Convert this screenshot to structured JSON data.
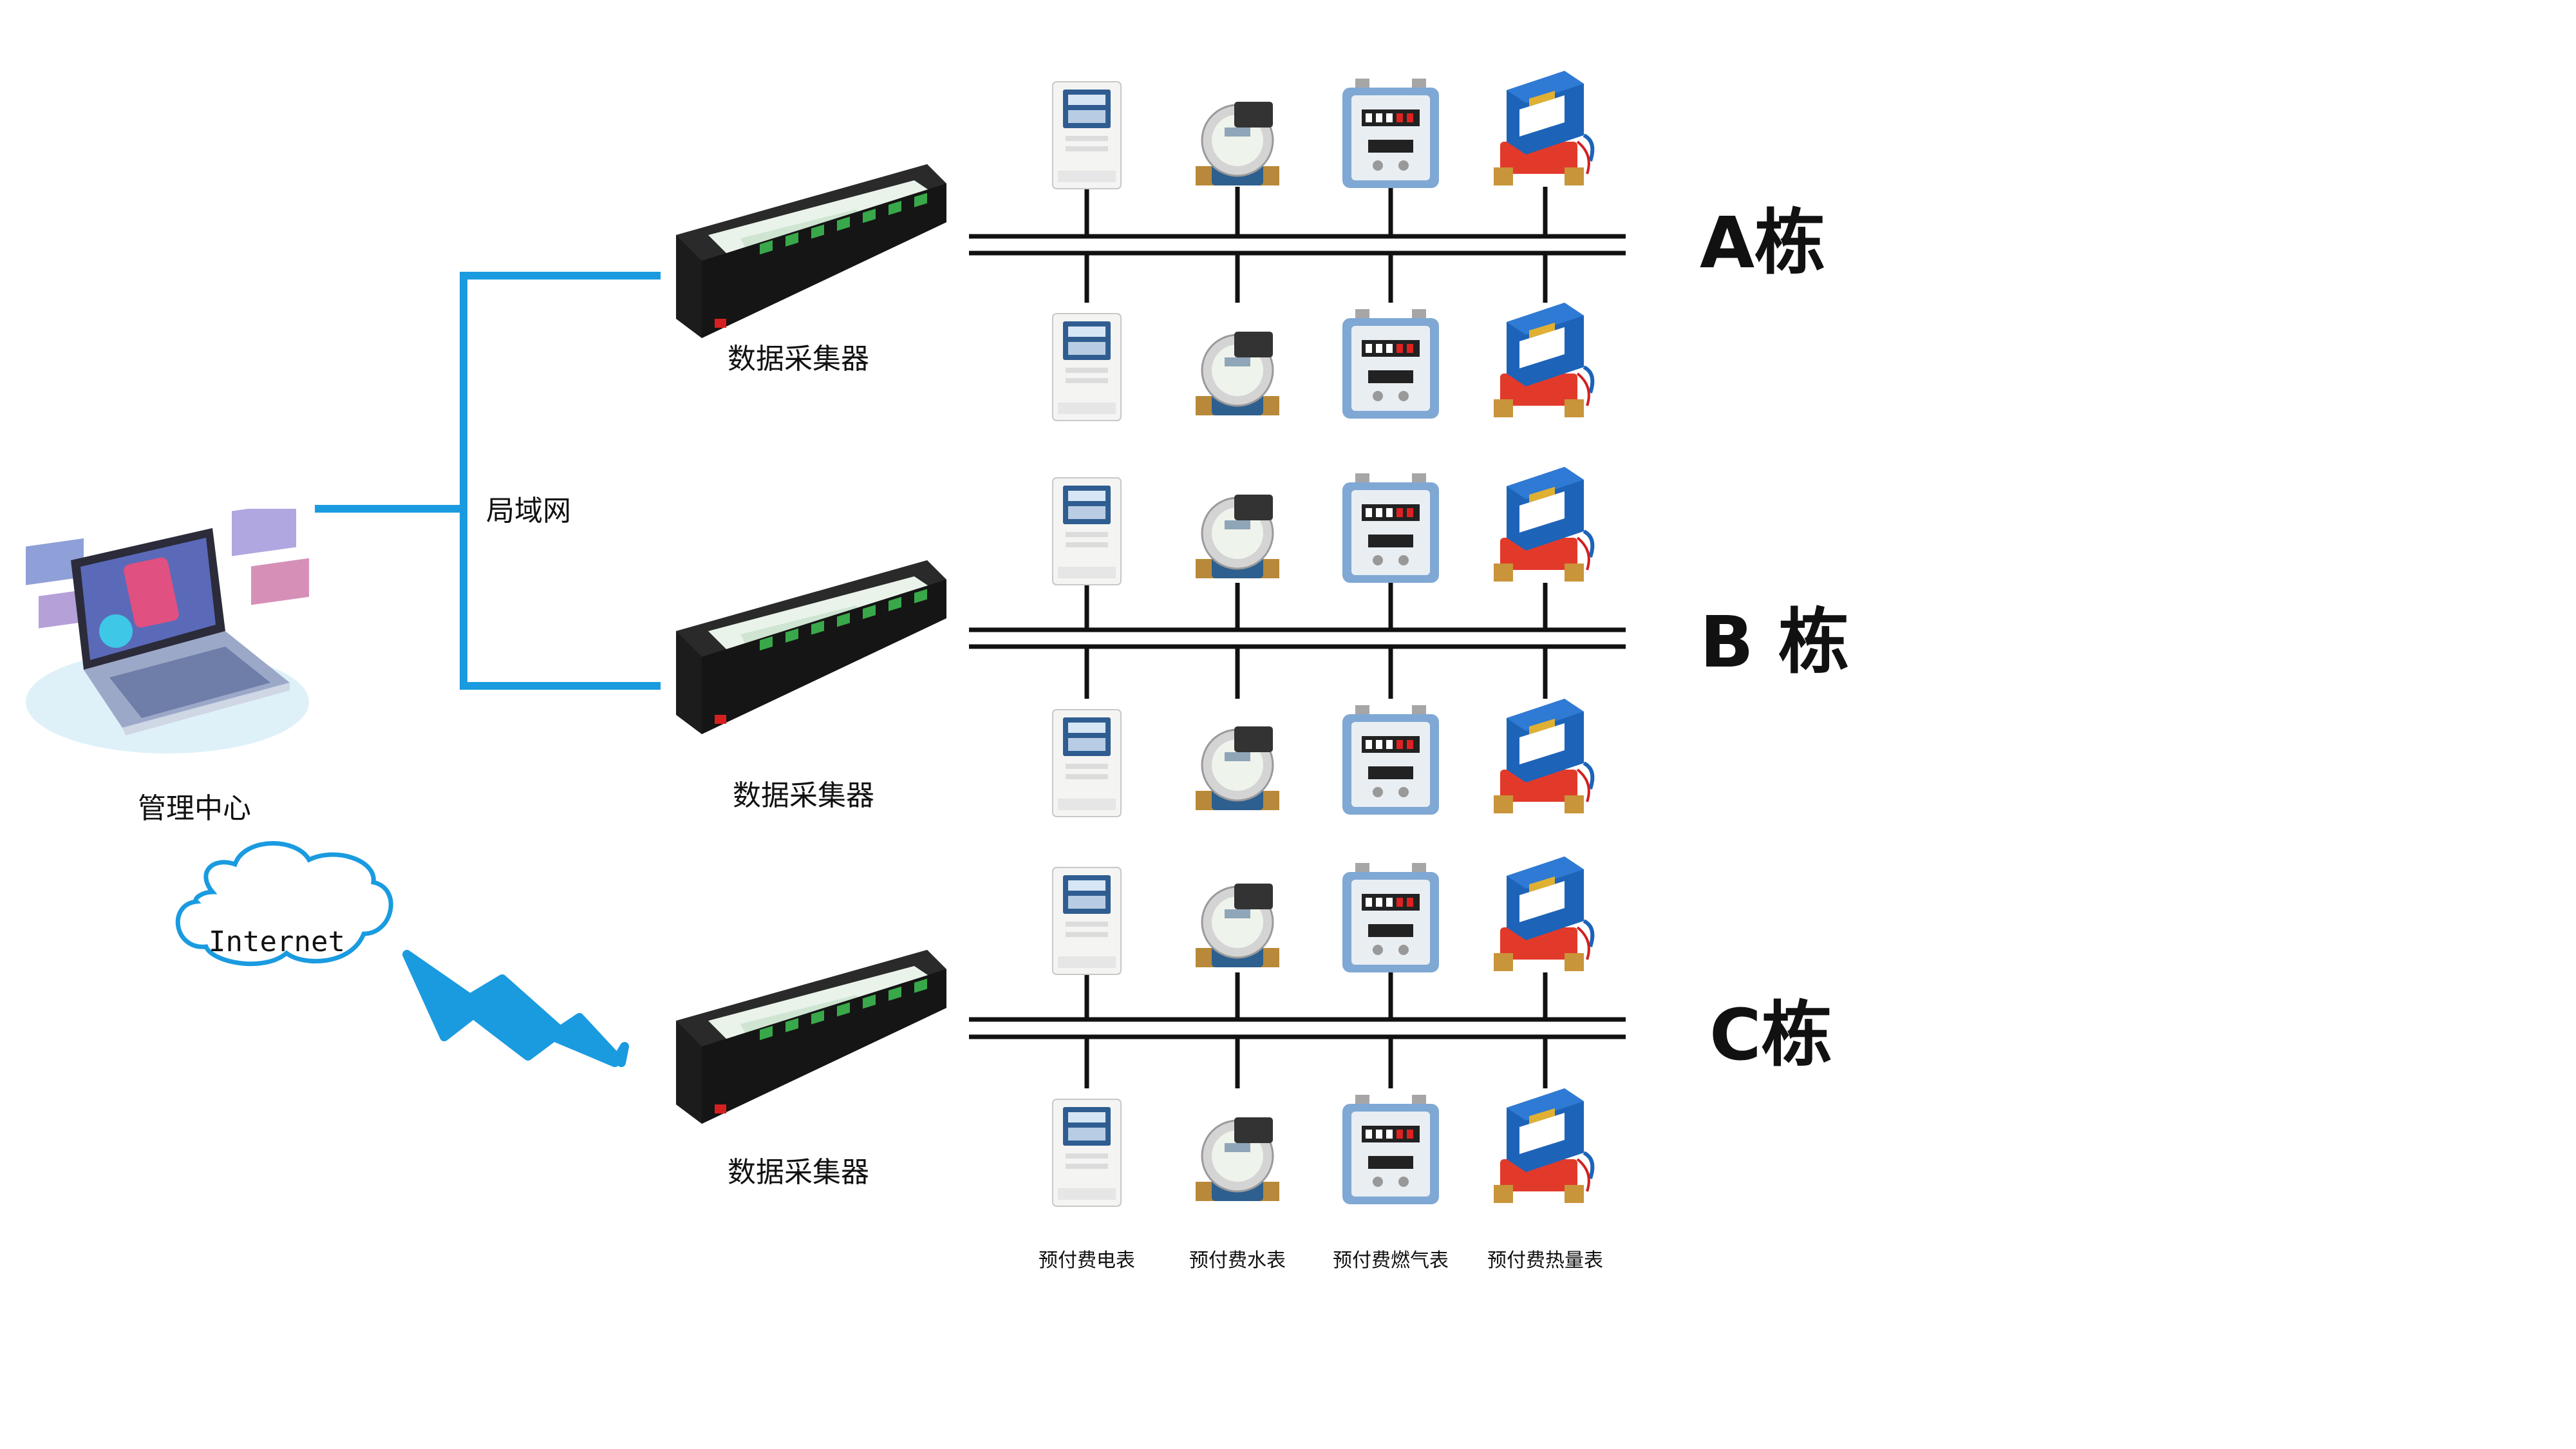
{
  "management_center": {
    "label": "管理中心",
    "icon": "laptop-icon"
  },
  "network": {
    "label": "局域网",
    "color": "#1a9be0"
  },
  "internet": {
    "label": "Internet",
    "cloud_color": "#1a9be0"
  },
  "buildings": [
    {
      "label": "A栋",
      "collector_label": "数据采集器"
    },
    {
      "label": "B 栋",
      "collector_label": "数据采集器"
    },
    {
      "label": "C栋",
      "collector_label": "数据采集器"
    }
  ],
  "meter_types": [
    {
      "label": "预付费电表",
      "icon": "electric-meter-icon"
    },
    {
      "label": "预付费水表",
      "icon": "water-meter-icon"
    },
    {
      "label": "预付费燃气表",
      "icon": "gas-meter-icon"
    },
    {
      "label": "预付费热量表",
      "icon": "heat-meter-icon"
    }
  ],
  "colors": {
    "line_blue": "#1a9be0",
    "bus_black": "#111111",
    "collector_body": "#1c1c1c",
    "collector_panel": "#e9f3ea",
    "terminal_green": "#39a84a"
  }
}
